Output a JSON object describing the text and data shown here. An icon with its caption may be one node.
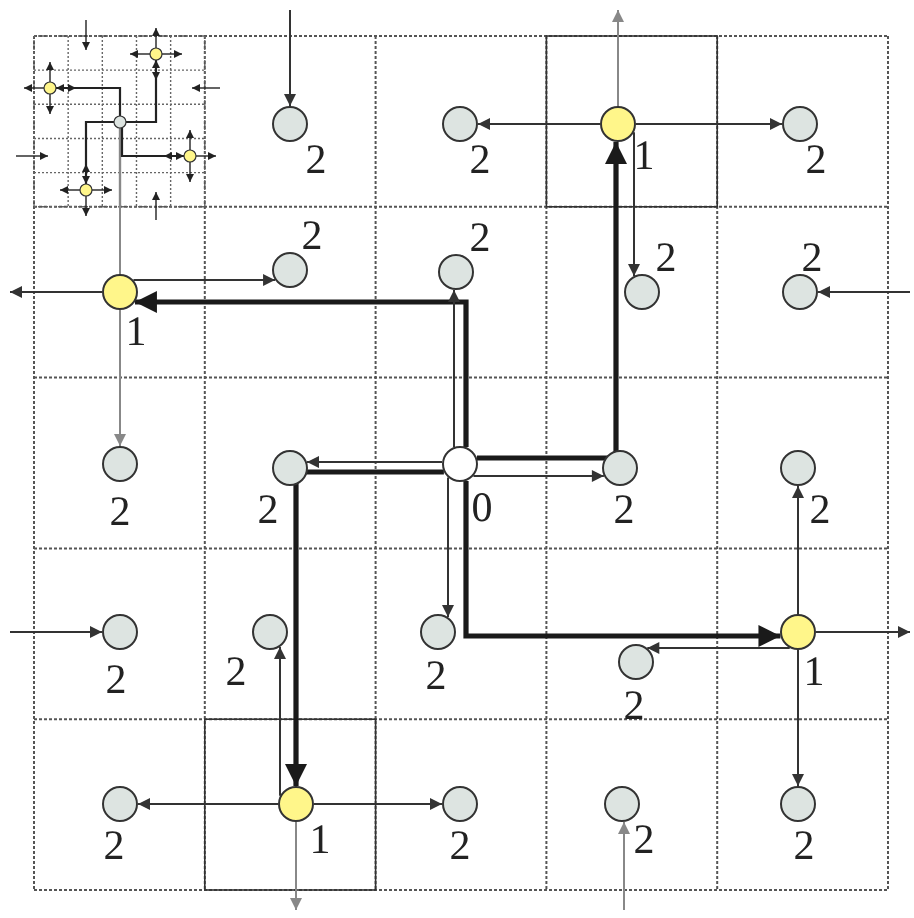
{
  "diagram": {
    "nodes": [
      {
        "text": [],
        "shape": "picture"
      },
      {
        "text": [],
        "shape": "circle",
        "beside": [
          "2"
        ]
      },
      {
        "text": [],
        "shape": "circle",
        "beside": [
          "2"
        ]
      },
      {
        "text": [],
        "shape": "circle",
        "beside": [
          "1"
        ]
      },
      {
        "text": [],
        "shape": "circle",
        "beside": [
          "2"
        ]
      },
      {
        "text": [],
        "shape": "circle",
        "beside": [
          "1"
        ]
      },
      {
        "text": [],
        "shape": "circle",
        "beside": [
          "2"
        ]
      },
      {
        "text": [],
        "shape": "circle",
        "beside": [
          "2"
        ]
      },
      {
        "text": [],
        "shape": "circle",
        "beside": [
          "2"
        ]
      },
      {
        "text": [],
        "shape": "circle",
        "beside": [
          "2"
        ]
      },
      {
        "text": [],
        "shape": "circle",
        "beside": [
          "2"
        ]
      },
      {
        "text": [],
        "shape": "circle",
        "beside": [
          "2"
        ]
      },
      {
        "text": [],
        "shape": "circle",
        "beside": [
          "0"
        ]
      },
      {
        "text": [],
        "shape": "circle",
        "beside": [
          "2"
        ]
      },
      {
        "text": [],
        "shape": "circle",
        "beside": [
          "2"
        ]
      },
      {
        "text": [],
        "shape": "circle",
        "beside": [
          "2"
        ]
      },
      {
        "text": [],
        "shape": "circle",
        "beside": [
          "2"
        ]
      },
      {
        "text": [],
        "shape": "circle",
        "beside": [
          "2"
        ]
      },
      {
        "text": [],
        "shape": "circle",
        "beside": [
          "2"
        ]
      },
      {
        "text": [],
        "shape": "circle",
        "beside": [
          "1"
        ]
      },
      {
        "text": [],
        "shape": "circle",
        "beside": [
          "2"
        ]
      },
      {
        "text": [],
        "shape": "circle",
        "beside": [
          "1"
        ]
      },
      {
        "text": [],
        "shape": "circle",
        "beside": [
          "2"
        ]
      },
      {
        "text": [],
        "shape": "circle",
        "beside": [
          "2"
        ]
      },
      {
        "text": [],
        "shape": "circle",
        "beside": [
          "2"
        ]
      }
    ],
    "edges": [
      {
        "from": 12,
        "to": 3,
        "arrow": "to",
        "style": "thick"
      },
      {
        "from": 12,
        "to": 5,
        "arrow": "to",
        "style": "thick"
      },
      {
        "from": 12,
        "to": 21,
        "arrow": "to",
        "style": "thick"
      },
      {
        "from": 12,
        "to": 19,
        "arrow": "to",
        "style": "thick"
      },
      {
        "from": 12,
        "to": 7,
        "arrow": "to"
      },
      {
        "from": 12,
        "to": 11,
        "arrow": "to"
      },
      {
        "from": 12,
        "to": 13,
        "arrow": "to"
      },
      {
        "from": 12,
        "to": 17,
        "arrow": "to"
      },
      {
        "from": 3,
        "to": 2,
        "arrow": "to"
      },
      {
        "from": 3,
        "to": 4,
        "arrow": "to"
      },
      {
        "from": 3,
        "to": null,
        "arrow": "to",
        "color": "#888888"
      },
      {
        "from": 3,
        "to": 8,
        "arrow": "to"
      },
      {
        "from": 5,
        "to": null,
        "arrow": "to"
      },
      {
        "from": 5,
        "to": 6,
        "arrow": "to"
      },
      {
        "from": 5,
        "to": 10,
        "arrow": "to",
        "color": "#888888"
      },
      {
        "from": 5,
        "to": 0,
        "arrow": "none",
        "color": "#888888"
      },
      {
        "from": 19,
        "to": 14,
        "arrow": "to"
      },
      {
        "from": 19,
        "to": 24,
        "arrow": "to"
      },
      {
        "from": 19,
        "to": null,
        "arrow": "to"
      },
      {
        "from": 19,
        "to": 18,
        "arrow": "to"
      },
      {
        "from": 21,
        "to": 20,
        "arrow": "to"
      },
      {
        "from": 21,
        "to": 22,
        "arrow": "to"
      },
      {
        "from": 21,
        "to": null,
        "arrow": "to",
        "color": "#888888"
      },
      {
        "from": 21,
        "to": 16,
        "arrow": "to"
      },
      {
        "from": null,
        "to": 1,
        "arrow": "to"
      },
      {
        "from": null,
        "to": 9,
        "arrow": "to"
      },
      {
        "from": null,
        "to": 15,
        "arrow": "to"
      },
      {
        "from": null,
        "to": 23,
        "arrow": "to",
        "color": "#888888"
      }
    ]
  }
}
